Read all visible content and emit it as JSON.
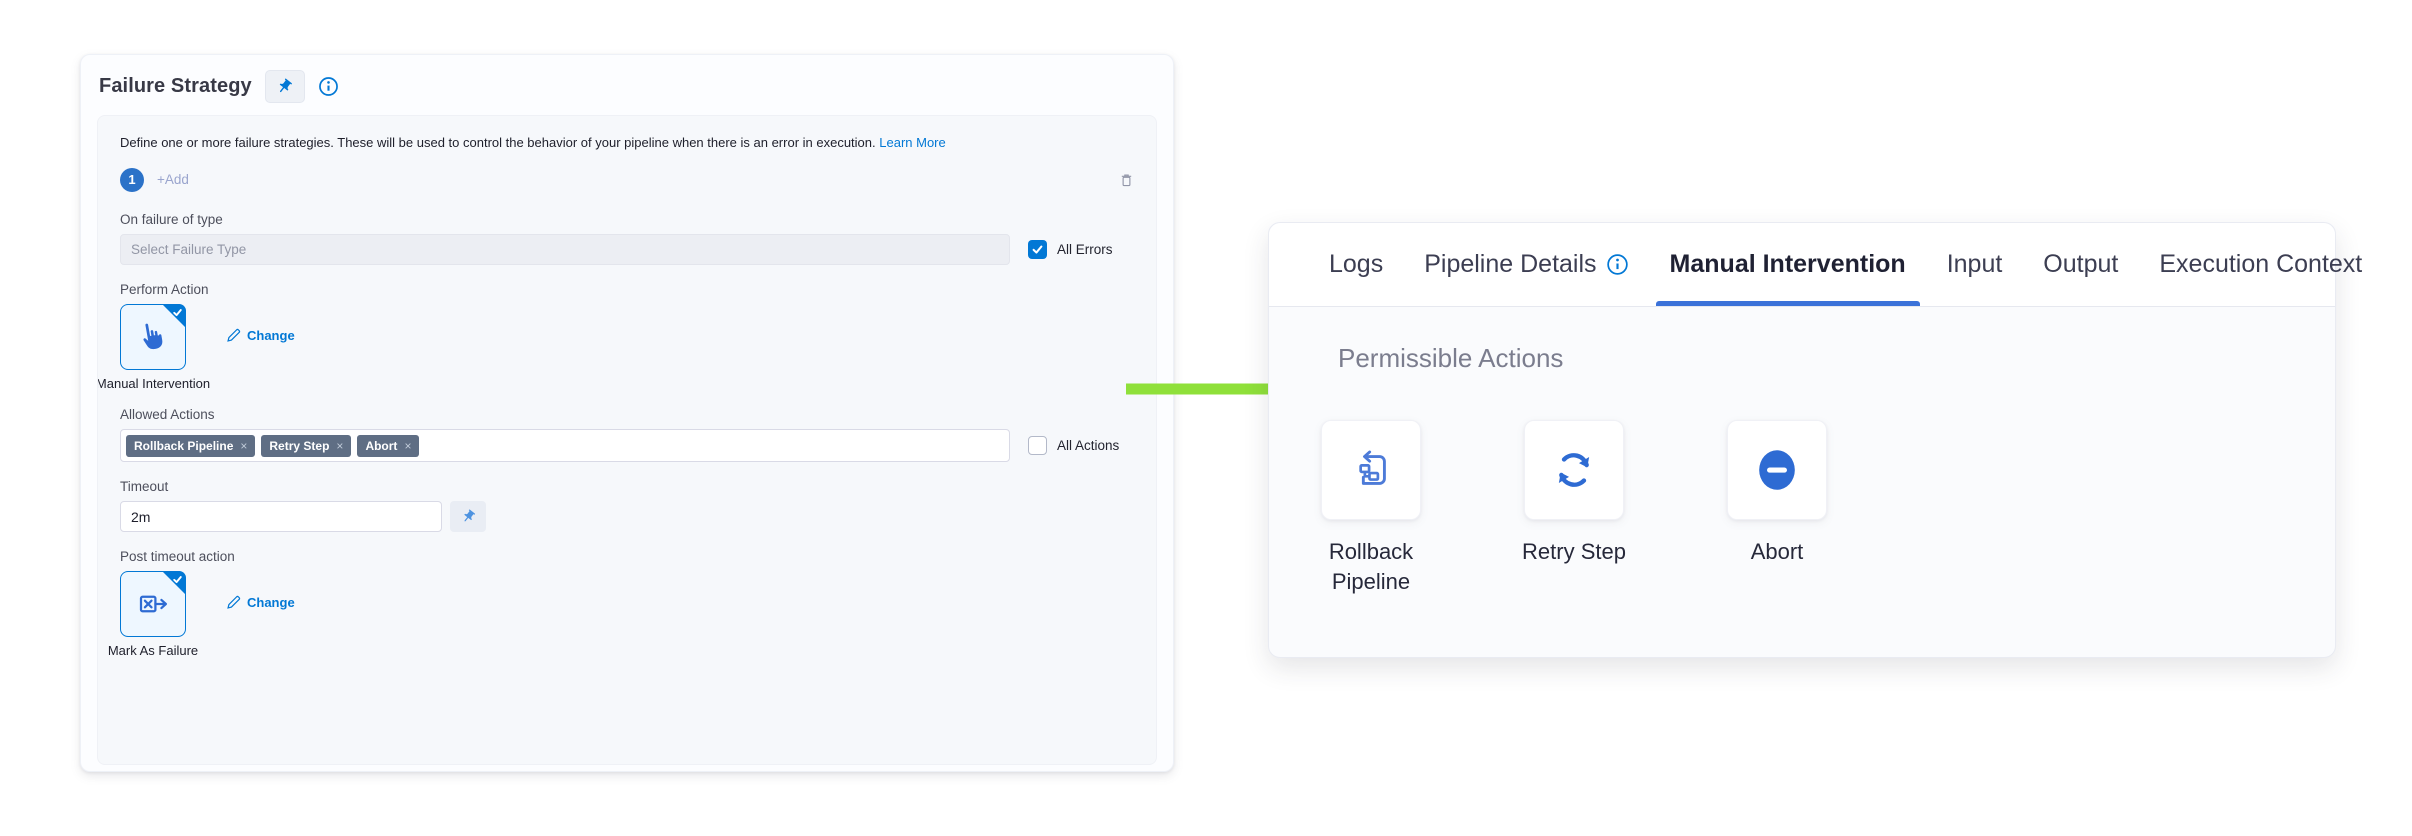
{
  "colors": {
    "accent": "#0278d5",
    "icon_blue": "#2e6bd3",
    "tab_underline": "#3b72d9",
    "tag_bg": "#5f6e84",
    "arrow_green": "#8fe03a"
  },
  "left_panel": {
    "title": "Failure Strategy",
    "description": "Define one or more failure strategies. These will be used to control the behavior of your pipeline when there is an error in execution.",
    "learn_more_label": "Learn More",
    "strategy_badge": "1",
    "add_label": "+Add",
    "failure_type": {
      "label": "On failure of type",
      "placeholder": "Select Failure Type",
      "all_errors_label": "All Errors",
      "all_errors_checked": true
    },
    "perform_action": {
      "label": "Perform Action",
      "selected": "Manual Intervention",
      "change_label": "Change"
    },
    "allowed_actions": {
      "label": "Allowed Actions",
      "tags": [
        "Rollback Pipeline",
        "Retry Step",
        "Abort"
      ],
      "remove_glyph": "×",
      "all_actions_label": "All Actions",
      "all_actions_checked": false
    },
    "timeout": {
      "label": "Timeout",
      "value": "2m"
    },
    "post_timeout": {
      "label": "Post timeout action",
      "selected": "Mark As Failure",
      "change_label": "Change"
    }
  },
  "right_panel": {
    "tabs": [
      {
        "label": "Logs"
      },
      {
        "label": "Pipeline Details",
        "info_icon": true
      },
      {
        "label": "Manual Intervention",
        "active": true
      },
      {
        "label": "Input"
      },
      {
        "label": "Output"
      },
      {
        "label": "Execution Context"
      }
    ],
    "section_title": "Permissible Actions",
    "actions": [
      {
        "label": "Rollback Pipeline",
        "icon": "rollback-pipeline-icon"
      },
      {
        "label": "Retry Step",
        "icon": "retry-step-icon"
      },
      {
        "label": "Abort",
        "icon": "abort-icon"
      }
    ]
  }
}
